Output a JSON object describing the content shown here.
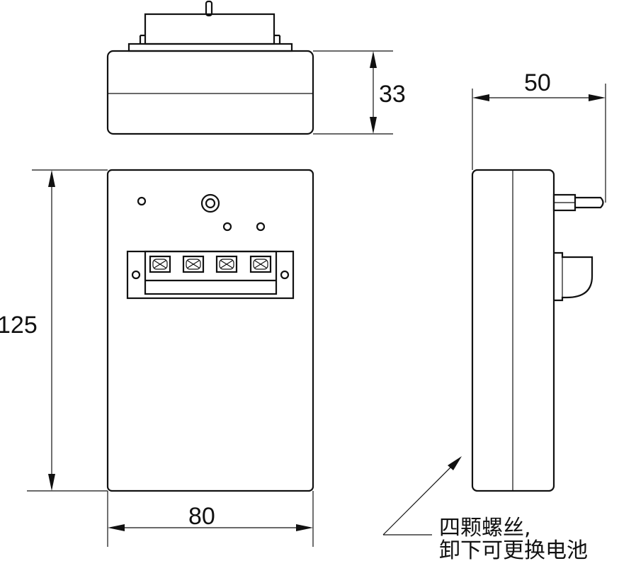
{
  "dimensions": {
    "top_height": "33",
    "side_depth": "50",
    "front_height": "125",
    "front_width": "80"
  },
  "note": {
    "line1": "四颗螺丝,",
    "line2": "卸下可更换电池"
  }
}
